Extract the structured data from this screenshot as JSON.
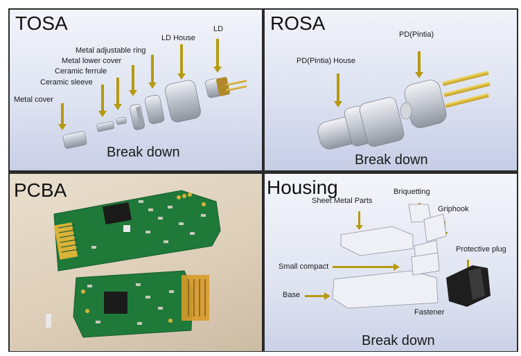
{
  "tosa": {
    "title": "TOSA",
    "labels": {
      "metal_cover": "Metal cover",
      "ceramic_sleeve": "Ceramic sleeve",
      "ceramic_ferrule": "Ceramic ferrule",
      "metal_lower_cover": "Metal lower cover",
      "metal_adjustable_ring": "Metal adjustable ring",
      "ld_house": "LD House",
      "ld": "LD"
    },
    "caption": "Break down"
  },
  "rosa": {
    "title": "ROSA",
    "labels": {
      "pd_house": "PD(Pintia) House",
      "pd": "PD(Pintia)"
    },
    "caption": "Break down"
  },
  "pcba": {
    "title": "PCBA"
  },
  "housing": {
    "title": "Housing",
    "labels": {
      "sheet_metal_parts": "Sheet Metal Parts",
      "briquetting": "Briquetting",
      "griphook": "Griphook",
      "protective_plug": "Protective plug",
      "small_compact": "Small compact",
      "base": "Base",
      "fastener": "Fastener"
    },
    "caption": "Break down"
  },
  "colors": {
    "arrow": "#b59a10",
    "pcb_green": "#1f7a3a",
    "gold": "#d9b23a",
    "metal": "#c4c8cf",
    "frame": "#2a2a2a"
  }
}
